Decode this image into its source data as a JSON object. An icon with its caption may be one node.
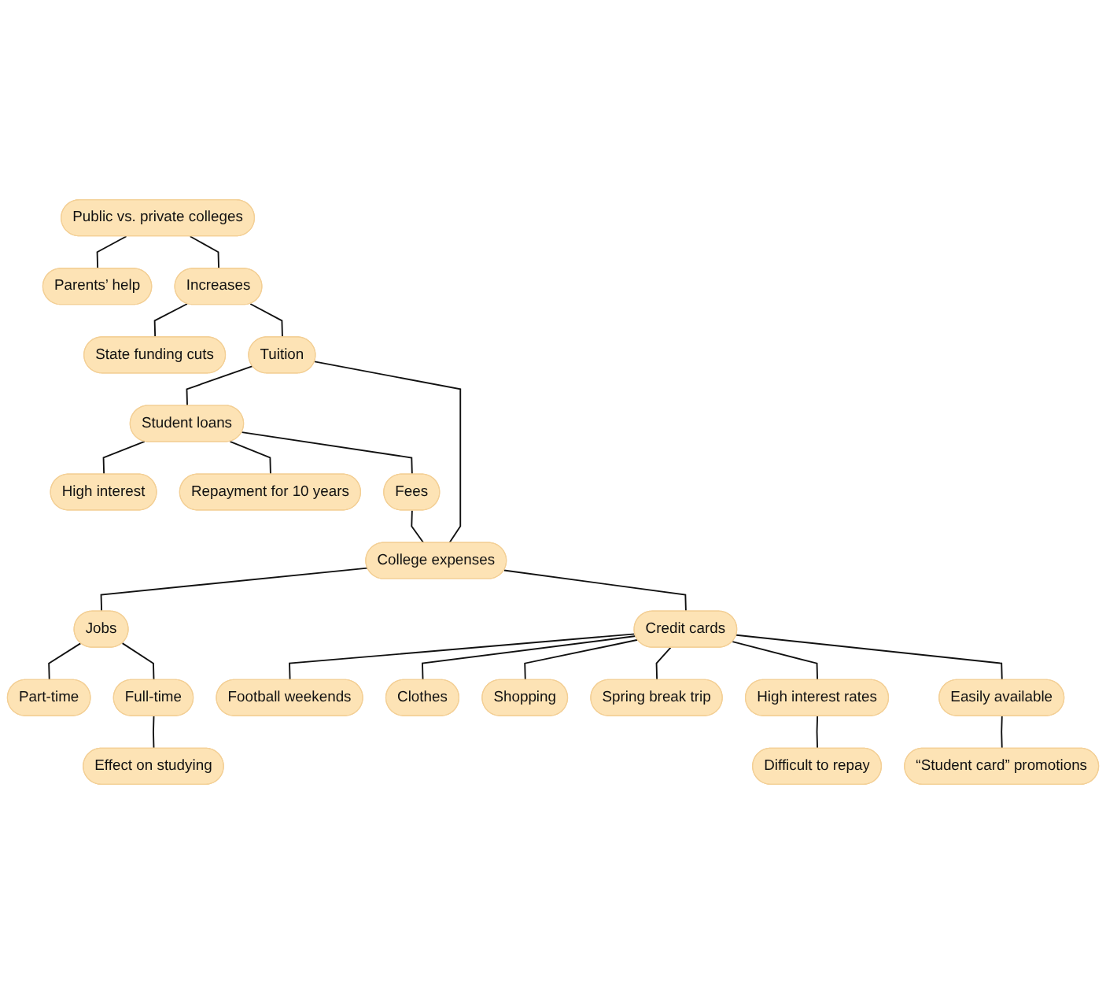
{
  "diagram": {
    "nodes": [
      {
        "text": [
          "Parents’ help"
        ]
      },
      {
        "text": [
          "Public vs. private colleges"
        ]
      },
      {
        "text": [
          "Increases"
        ]
      },
      {
        "text": [
          "Student loans"
        ]
      },
      {
        "text": [
          "High interest"
        ]
      },
      {
        "text": [
          "Tuition"
        ]
      },
      {
        "text": [
          "Fees"
        ]
      },
      {
        "text": [
          "State funding cuts"
        ]
      },
      {
        "text": [
          "Repayment for 10 years"
        ]
      },
      {
        "text": [
          "College expenses"
        ]
      },
      {
        "text": [
          "Football weekends"
        ]
      },
      {
        "text": [
          "Jobs"
        ]
      },
      {
        "text": [
          "Credit cards"
        ]
      },
      {
        "text": [
          "Clothes"
        ]
      },
      {
        "text": [
          "Part-time"
        ]
      },
      {
        "text": [
          "High interest rates"
        ]
      },
      {
        "text": [
          "Spring break trip"
        ]
      },
      {
        "text": [
          "Shopping"
        ]
      },
      {
        "text": [
          "Full-time"
        ]
      },
      {
        "text": [
          "Easily available"
        ]
      },
      {
        "text": [
          "Effect on studying"
        ]
      },
      {
        "text": [
          "Difficult to repay"
        ]
      },
      {
        "text": [
          "“Student card” promotions"
        ]
      }
    ],
    "edges": [
      {
        "from": 1,
        "to": 0,
        "arrow": "none"
      },
      {
        "from": 1,
        "to": 2,
        "arrow": "none"
      },
      {
        "from": 2,
        "to": 7,
        "arrow": "none"
      },
      {
        "from": 2,
        "to": 5,
        "arrow": "none"
      },
      {
        "from": 5,
        "to": 3,
        "arrow": "none"
      },
      {
        "from": 3,
        "to": 4,
        "arrow": "none"
      },
      {
        "from": 3,
        "to": 8,
        "arrow": "none"
      },
      {
        "from": 3,
        "to": 6,
        "arrow": "none"
      },
      {
        "from": 5,
        "to": 9,
        "arrow": "none"
      },
      {
        "from": 6,
        "to": 9,
        "arrow": "none"
      },
      {
        "from": 9,
        "to": 11,
        "arrow": "none"
      },
      {
        "from": 9,
        "to": 12,
        "arrow": "none"
      },
      {
        "from": 11,
        "to": 14,
        "arrow": "none"
      },
      {
        "from": 11,
        "to": 18,
        "arrow": "none"
      },
      {
        "from": 18,
        "to": 20,
        "arrow": "none"
      },
      {
        "from": 12,
        "to": 10,
        "arrow": "none"
      },
      {
        "from": 12,
        "to": 13,
        "arrow": "none"
      },
      {
        "from": 12,
        "to": 17,
        "arrow": "none"
      },
      {
        "from": 12,
        "to": 16,
        "arrow": "none"
      },
      {
        "from": 12,
        "to": 15,
        "arrow": "none"
      },
      {
        "from": 12,
        "to": 19,
        "arrow": "none"
      },
      {
        "from": 15,
        "to": 21,
        "arrow": "none"
      },
      {
        "from": 19,
        "to": 22,
        "arrow": "none"
      }
    ]
  }
}
